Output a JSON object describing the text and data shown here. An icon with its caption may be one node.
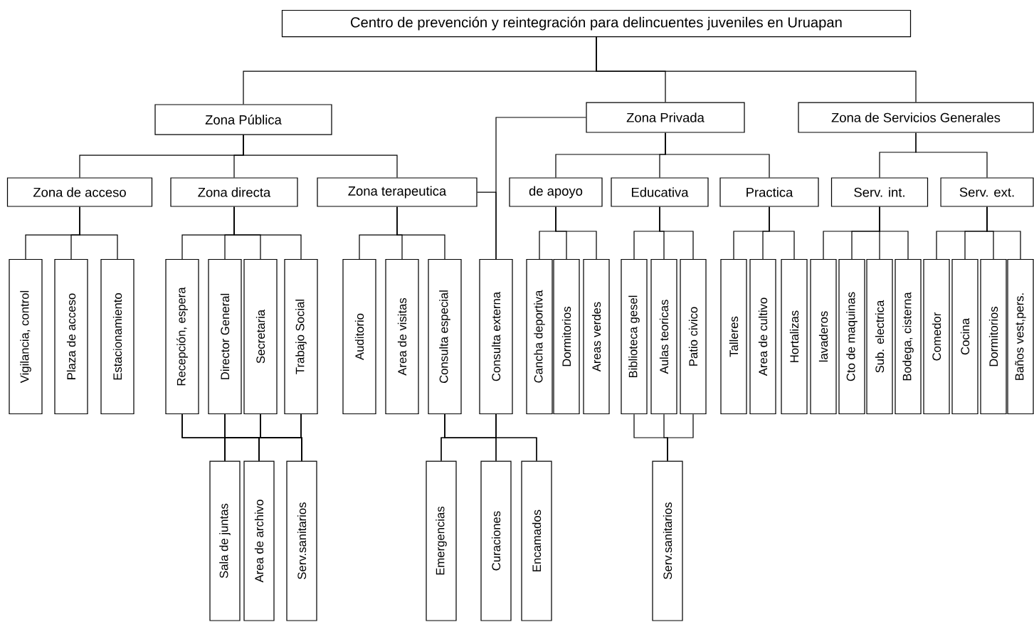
{
  "diagram": {
    "nodes": [
      {
        "text": [
          "Centro de prevención y reintegración para delincuentes juveniles en Uruapan"
        ]
      },
      {
        "text": [
          "Zona Pública"
        ]
      },
      {
        "text": [
          "Zona Privada"
        ]
      },
      {
        "text": [
          "Zona de Servicios Generales"
        ]
      },
      {
        "text": [
          "Zona de acceso"
        ]
      },
      {
        "text": [
          "Zona directa"
        ]
      },
      {
        "text": [
          "Zona terapeutica"
        ]
      },
      {
        "text": [
          "de apoyo"
        ]
      },
      {
        "text": [
          "Educativa"
        ]
      },
      {
        "text": [
          "Practica"
        ]
      },
      {
        "text": [
          "Serv. int."
        ]
      },
      {
        "text": [
          "Serv. ext."
        ]
      },
      {
        "text": [
          "Vigilancia, control"
        ]
      },
      {
        "text": [
          "Plaza de acceso"
        ]
      },
      {
        "text": [
          "Estacionamiento"
        ]
      },
      {
        "text": [
          "Recepción, espera"
        ]
      },
      {
        "text": [
          "Director General"
        ]
      },
      {
        "text": [
          "Secretaria"
        ]
      },
      {
        "text": [
          "Trabajo Social"
        ]
      },
      {
        "text": [
          "Auditorio"
        ]
      },
      {
        "text": [
          "Area de visitas"
        ]
      },
      {
        "text": [
          "Consulta especial"
        ]
      },
      {
        "text": [
          "Consulta externa"
        ]
      },
      {
        "text": [
          "Cancha deportiva"
        ]
      },
      {
        "text": [
          "Dormitorios"
        ]
      },
      {
        "text": [
          "Areas verdes"
        ]
      },
      {
        "text": [
          "Biblioteca gesel"
        ]
      },
      {
        "text": [
          "Aulas teoricas"
        ]
      },
      {
        "text": [
          "Patio civico"
        ]
      },
      {
        "text": [
          "Talleres"
        ]
      },
      {
        "text": [
          "Area de cultivo"
        ]
      },
      {
        "text": [
          "Hortalizas"
        ]
      },
      {
        "text": [
          "lavaderos"
        ]
      },
      {
        "text": [
          "Cto de maquinas"
        ]
      },
      {
        "text": [
          "Sub. electrica"
        ]
      },
      {
        "text": [
          "Bodega, cisterna"
        ]
      },
      {
        "text": [
          "Comedor"
        ]
      },
      {
        "text": [
          "Cocina"
        ]
      },
      {
        "text": [
          "Dormitorios"
        ]
      },
      {
        "text": [
          "Baños vest,pers."
        ]
      },
      {
        "text": [
          "Sala de juntas"
        ]
      },
      {
        "text": [
          "Area de archivo"
        ]
      },
      {
        "text": [
          "Serv.sanitarios"
        ]
      },
      {
        "text": [
          "Emergencias"
        ]
      },
      {
        "text": [
          "Curaciones"
        ]
      },
      {
        "text": [
          "Encamados"
        ]
      },
      {
        "text": [
          "Serv.sanitarios"
        ]
      }
    ],
    "edges": [
      {
        "from": 0,
        "to": 1,
        "arrow": "none"
      },
      {
        "from": 0,
        "to": 2,
        "arrow": "none"
      },
      {
        "from": 0,
        "to": 3,
        "arrow": "none"
      },
      {
        "from": 1,
        "to": 4,
        "arrow": "none"
      },
      {
        "from": 1,
        "to": 5,
        "arrow": "none"
      },
      {
        "from": 1,
        "to": 6,
        "arrow": "none"
      },
      {
        "from": 2,
        "to": 7,
        "arrow": "none"
      },
      {
        "from": 2,
        "to": 8,
        "arrow": "none"
      },
      {
        "from": 2,
        "to": 9,
        "arrow": "none"
      },
      {
        "from": 3,
        "to": 10,
        "arrow": "none"
      },
      {
        "from": 3,
        "to": 11,
        "arrow": "none"
      },
      {
        "from": 4,
        "to": 12,
        "arrow": "none"
      },
      {
        "from": 4,
        "to": 13,
        "arrow": "none"
      },
      {
        "from": 4,
        "to": 14,
        "arrow": "none"
      },
      {
        "from": 5,
        "to": 15,
        "arrow": "none"
      },
      {
        "from": 5,
        "to": 16,
        "arrow": "none"
      },
      {
        "from": 5,
        "to": 17,
        "arrow": "none"
      },
      {
        "from": 5,
        "to": 18,
        "arrow": "none"
      },
      {
        "from": 6,
        "to": 19,
        "arrow": "none"
      },
      {
        "from": 6,
        "to": 20,
        "arrow": "none"
      },
      {
        "from": 6,
        "to": 21,
        "arrow": "none"
      },
      {
        "from": 2,
        "to": 22,
        "arrow": "none"
      },
      {
        "from": 6,
        "to": 22,
        "arrow": "none"
      },
      {
        "from": 7,
        "to": 23,
        "arrow": "none"
      },
      {
        "from": 7,
        "to": 24,
        "arrow": "none"
      },
      {
        "from": 7,
        "to": 25,
        "arrow": "none"
      },
      {
        "from": 8,
        "to": 26,
        "arrow": "none"
      },
      {
        "from": 8,
        "to": 27,
        "arrow": "none"
      },
      {
        "from": 8,
        "to": 28,
        "arrow": "none"
      },
      {
        "from": 9,
        "to": 29,
        "arrow": "none"
      },
      {
        "from": 9,
        "to": 30,
        "arrow": "none"
      },
      {
        "from": 9,
        "to": 31,
        "arrow": "none"
      },
      {
        "from": 10,
        "to": 32,
        "arrow": "none"
      },
      {
        "from": 10,
        "to": 33,
        "arrow": "none"
      },
      {
        "from": 10,
        "to": 34,
        "arrow": "none"
      },
      {
        "from": 10,
        "to": 35,
        "arrow": "none"
      },
      {
        "from": 11,
        "to": 36,
        "arrow": "none"
      },
      {
        "from": 11,
        "to": 37,
        "arrow": "none"
      },
      {
        "from": 11,
        "to": 38,
        "arrow": "none"
      },
      {
        "from": 11,
        "to": 39,
        "arrow": "none"
      },
      {
        "from": 15,
        "to": 40,
        "arrow": "none"
      },
      {
        "from": 15,
        "to": 41,
        "arrow": "none"
      },
      {
        "from": 15,
        "to": 42,
        "arrow": "none"
      },
      {
        "from": 16,
        "to": 40,
        "arrow": "none"
      },
      {
        "from": 16,
        "to": 41,
        "arrow": "none"
      },
      {
        "from": 16,
        "to": 42,
        "arrow": "none"
      },
      {
        "from": 17,
        "to": 40,
        "arrow": "none"
      },
      {
        "from": 17,
        "to": 41,
        "arrow": "none"
      },
      {
        "from": 17,
        "to": 42,
        "arrow": "none"
      },
      {
        "from": 18,
        "to": 40,
        "arrow": "none"
      },
      {
        "from": 18,
        "to": 41,
        "arrow": "none"
      },
      {
        "from": 18,
        "to": 42,
        "arrow": "none"
      },
      {
        "from": 21,
        "to": 43,
        "arrow": "none"
      },
      {
        "from": 21,
        "to": 44,
        "arrow": "none"
      },
      {
        "from": 21,
        "to": 45,
        "arrow": "none"
      },
      {
        "from": 22,
        "to": 43,
        "arrow": "none"
      },
      {
        "from": 22,
        "to": 44,
        "arrow": "none"
      },
      {
        "from": 22,
        "to": 45,
        "arrow": "none"
      },
      {
        "from": 26,
        "to": 46,
        "arrow": "none"
      },
      {
        "from": 27,
        "to": 46,
        "arrow": "none"
      },
      {
        "from": 28,
        "to": 46,
        "arrow": "none"
      }
    ]
  }
}
